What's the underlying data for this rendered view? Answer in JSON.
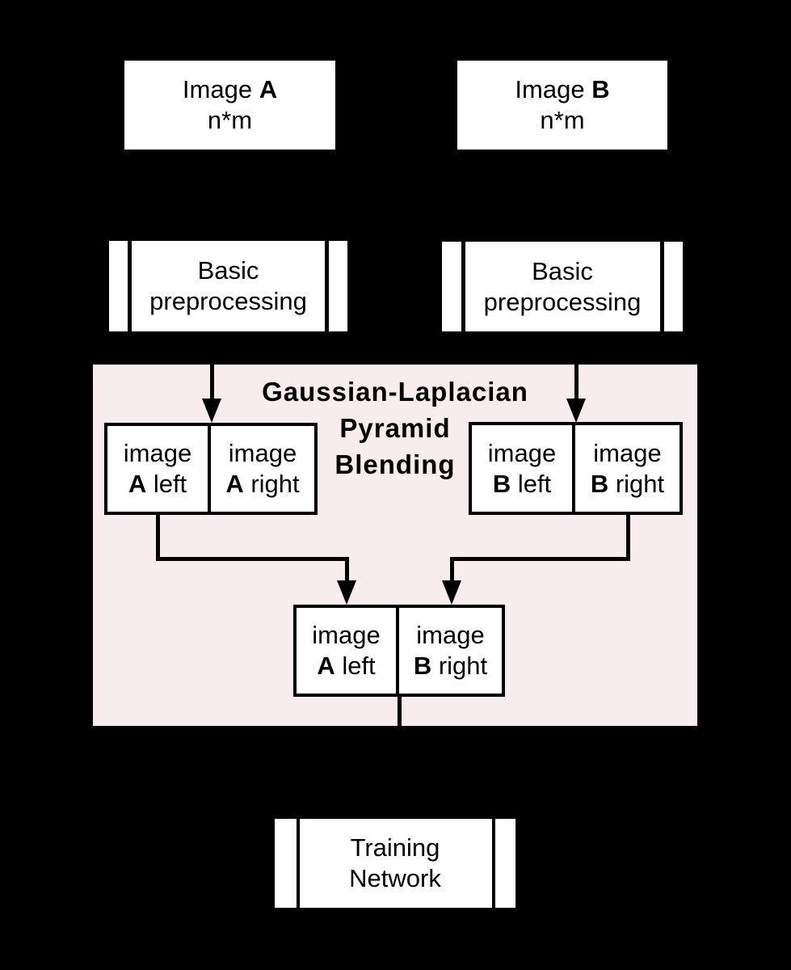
{
  "colors": {
    "background": "#000000",
    "node_fill": "#ffffff",
    "panel_fill": "#f7edee",
    "line": "#000000",
    "text": "#000000"
  },
  "blend_panel": {
    "title_line1": "Gaussian-Laplacian",
    "title_line2": "Pyramid",
    "title_line3": "Blending"
  },
  "nodes": {
    "image_a": {
      "line1_regular": "Image ",
      "line1_bold": "A",
      "line2": "n*m"
    },
    "image_b": {
      "line1_regular": "Image ",
      "line1_bold": "B",
      "line2": "n*m"
    },
    "preproc_a": {
      "line1": "Basic",
      "line2": "preprocessing"
    },
    "preproc_b": {
      "line1": "Basic",
      "line2": "preprocessing"
    },
    "pair_a_left": {
      "line1": "image",
      "line2_bold": "A",
      "line2_rest": " left"
    },
    "pair_a_right": {
      "line1": "image",
      "line2_bold": "A",
      "line2_rest": " right"
    },
    "pair_b_left": {
      "line1": "image",
      "line2_bold": "B",
      "line2_rest": " left"
    },
    "pair_b_right": {
      "line1": "image",
      "line2_bold": "B",
      "line2_rest": " right"
    },
    "merged_left": {
      "line1": "image",
      "line2_bold": "A",
      "line2_rest": " left"
    },
    "merged_right": {
      "line1": "image",
      "line2_bold": "B",
      "line2_rest": " right"
    },
    "training": {
      "line1": "Training",
      "line2": "Network"
    }
  }
}
